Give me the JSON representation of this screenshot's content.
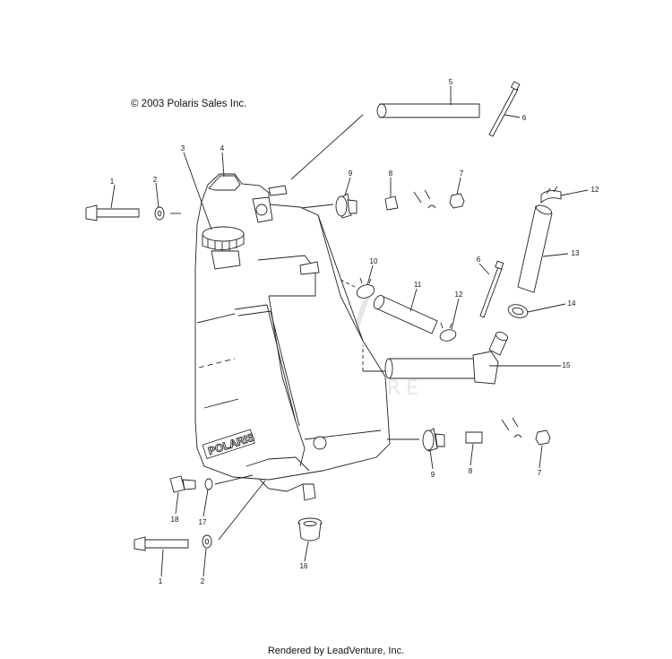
{
  "copyright": "© 2003 Polaris Sales Inc.",
  "footer": "Rendered by LeadVenture, Inc.",
  "watermark": "LEADVENTURE",
  "tank_logo": "POLARIS",
  "callouts": {
    "c1a": "1",
    "c2a": "2",
    "c3": "3",
    "c4": "4",
    "c5": "5",
    "c6a": "6",
    "c9a": "9",
    "c8a": "8",
    "c7a": "7",
    "c12a": "12",
    "c13": "13",
    "c10": "10",
    "c11": "11",
    "c6b": "6",
    "c12b": "12",
    "c14": "14",
    "c15": "15",
    "c9b": "9",
    "c8b": "8",
    "c7b": "7",
    "c18": "18",
    "c17": "17",
    "c1b": "1",
    "c2b": "2",
    "c16": "16"
  }
}
